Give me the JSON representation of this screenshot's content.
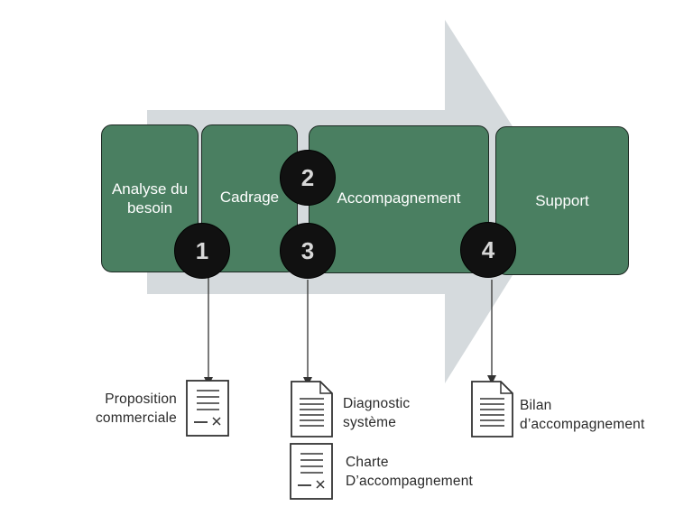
{
  "colors": {
    "arrow": "#d5dadd",
    "phase_fill": "#4a7f61",
    "badge_fill": "#111111"
  },
  "phases": [
    {
      "label": "Analyse du besoin"
    },
    {
      "label": "Cadrage"
    },
    {
      "label": "Accompagnement"
    },
    {
      "label": "Support"
    }
  ],
  "badges": [
    "1",
    "2",
    "3",
    "4"
  ],
  "deliverables": {
    "proposition": "Proposition commerciale",
    "diagnostic": "Diagnostic système",
    "charte": "Charte D’accompagnement",
    "bilan": "Bilan d’accompagnement"
  },
  "icons": {
    "contract": "contract-document-icon",
    "report": "report-document-icon"
  }
}
